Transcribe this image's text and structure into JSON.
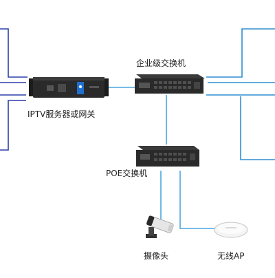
{
  "labels": {
    "enterprise_switch": "企业级交换机",
    "iptv_server": "IPTV服务器或网关",
    "poe_switch": "POE交换机",
    "camera": "摄像头",
    "wireless_ap": "无线AP"
  },
  "colors": {
    "left_links": "#2b3fa8",
    "right_links": "#2f8fd0",
    "cable": "#4aa6e0",
    "device_body": "#2a2a2a"
  },
  "icons": [
    "server-icon",
    "switch-icon",
    "camera-icon",
    "access-point-icon"
  ]
}
